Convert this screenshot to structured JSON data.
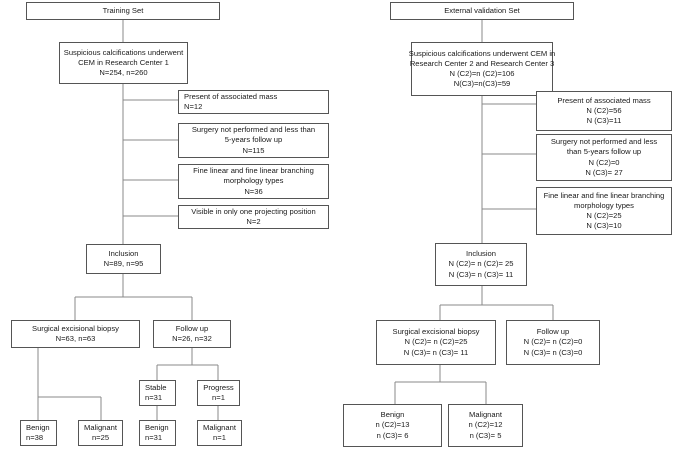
{
  "training": {
    "header": "Training Set",
    "start": [
      "Suspicious calcifications underwent",
      "CEM in Research Center 1",
      "N=254, n=260"
    ],
    "excl_mass": [
      "Present of associated mass",
      "N=12"
    ],
    "excl_surgery": [
      "Surgery not performed and less than",
      "5-years follow up",
      "N=115"
    ],
    "excl_morph": [
      "Fine linear and fine linear branching",
      "morphology types",
      "N=36"
    ],
    "excl_visible": [
      "Visible in only one projecting position",
      "N=2"
    ],
    "inclusion": [
      "Inclusion",
      "N=89, n=95"
    ],
    "biopsy": [
      "Surgical excisional biopsy",
      "N=63, n=63"
    ],
    "followup": [
      "Follow up",
      "N=26, n=32"
    ],
    "stable": [
      "Stable",
      "n=31"
    ],
    "progress": [
      "Progress",
      "n=1"
    ],
    "benign1": [
      "Benign",
      "n=38"
    ],
    "malignant1": [
      "Malignant",
      "n=25"
    ],
    "benign2": [
      "Benign",
      "n=31"
    ],
    "malignant2": [
      "Malignant",
      "n=1"
    ]
  },
  "validation": {
    "header": "External validation Set",
    "start": [
      "Suspicious calcifications underwent CEM in",
      "Research Center 2 and Research Center 3",
      "N (C2)=n (C2)=106",
      "N(C3)=n(C3)=59"
    ],
    "excl_mass": [
      "Present of associated mass",
      "N (C2)=56",
      "N (C3)=11"
    ],
    "excl_surgery": [
      "Surgery not performed and less",
      "than 5-years follow up",
      "N (C2)=0",
      "N (C3)= 27"
    ],
    "excl_morph": [
      "Fine linear and fine linear branching",
      "morphology types",
      "N (C2)=25",
      "N (C3)=10"
    ],
    "inclusion": [
      "Inclusion",
      "N (C2)= n (C2)= 25",
      "N (C3)= n (C3)= 11"
    ],
    "biopsy": [
      "Surgical excisional biopsy",
      "N (C2)= n (C2)=25",
      "N (C3)= n (C3)= 11"
    ],
    "followup": [
      "Follow up",
      "N (C2)= n (C2)=0",
      "N (C3)= n (C3)=0"
    ],
    "benign": [
      "Benign",
      "n (C2)=13",
      "n (C3)= 6"
    ],
    "malignant": [
      "Malignant",
      "n (C2)=12",
      "n (C3)= 5"
    ]
  },
  "style": {
    "border": "#555555",
    "connector": "#888888"
  }
}
